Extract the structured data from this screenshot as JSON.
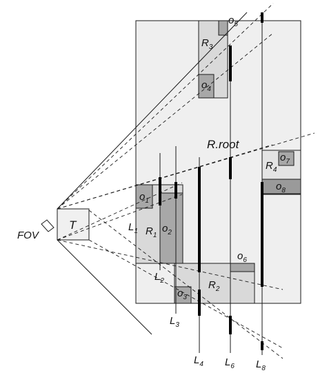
{
  "labels": {
    "root": "R.root",
    "fov": "FOV",
    "target": "T",
    "regions": [
      {
        "id": "R1",
        "base": "R",
        "sub": "1"
      },
      {
        "id": "R2",
        "base": "R",
        "sub": "2"
      },
      {
        "id": "R3",
        "base": "R",
        "sub": "3"
      },
      {
        "id": "R4",
        "base": "R",
        "sub": "4"
      }
    ],
    "objects": [
      {
        "id": "o1",
        "base": "o",
        "sub": "1"
      },
      {
        "id": "o2",
        "base": "o",
        "sub": "2"
      },
      {
        "id": "o3",
        "base": "o",
        "sub": "3"
      },
      {
        "id": "o4",
        "base": "o",
        "sub": "4"
      },
      {
        "id": "o5",
        "base": "o",
        "sub": "5"
      },
      {
        "id": "o6",
        "base": "o",
        "sub": "6"
      },
      {
        "id": "o7",
        "base": "o",
        "sub": "7"
      },
      {
        "id": "o8",
        "base": "o",
        "sub": "8"
      }
    ],
    "lines": [
      {
        "id": "L1",
        "base": "L",
        "sub": "1"
      },
      {
        "id": "L2",
        "base": "L",
        "sub": "2"
      },
      {
        "id": "L3",
        "base": "L",
        "sub": "3"
      },
      {
        "id": "L4",
        "base": "L",
        "sub": "4"
      },
      {
        "id": "L6",
        "base": "L",
        "sub": "6"
      },
      {
        "id": "L8",
        "base": "L",
        "sub": "8"
      }
    ]
  },
  "colors": {
    "root_fill": "#efefef",
    "region_fill": "#d4d4d4",
    "object_fill": "#a8a8a8",
    "dark_object_fill": "#9a9a9a",
    "stroke": "#1a1a1a"
  }
}
